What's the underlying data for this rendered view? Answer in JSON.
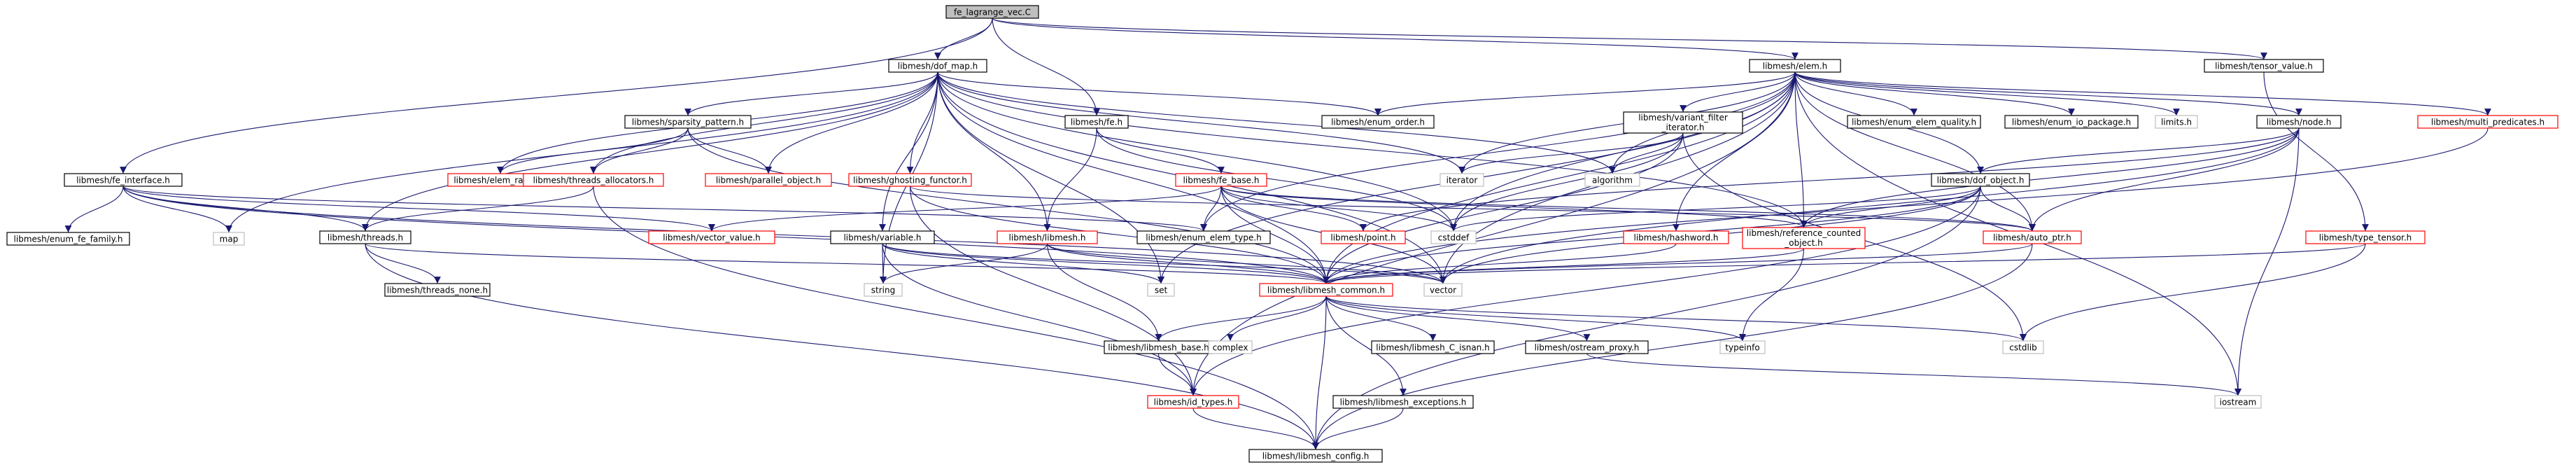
{
  "graph": {
    "colors": {
      "edge": "#191970",
      "node_default_border": "#000000",
      "node_incomplete_border": "#ff0000",
      "node_system_border": "#bfbfbf",
      "root_fill": "#bfbfbf"
    },
    "nodes": [
      {
        "id": "root",
        "label": "fe_lagrange_vec.C",
        "kind": "root"
      },
      {
        "id": "fe_interface",
        "label": "libmesh/fe_interface.h",
        "kind": "normal"
      },
      {
        "id": "dof_map",
        "label": "libmesh/dof_map.h",
        "kind": "normal"
      },
      {
        "id": "fe",
        "label": "libmesh/fe.h",
        "kind": "normal"
      },
      {
        "id": "elem",
        "label": "libmesh/elem.h",
        "kind": "normal"
      },
      {
        "id": "tensor_value",
        "label": "libmesh/tensor_value.h",
        "kind": "normal"
      },
      {
        "id": "enum_fe_family",
        "label": "libmesh/enum_fe_family.h",
        "kind": "normal"
      },
      {
        "id": "map",
        "label": "map",
        "kind": "system"
      },
      {
        "id": "threads",
        "label": "libmesh/threads.h",
        "kind": "normal"
      },
      {
        "id": "vector_value",
        "label": "libmesh/vector_value.h",
        "kind": "incomplete"
      },
      {
        "id": "enum_elem_type",
        "label": "libmesh/enum_elem_type.h",
        "kind": "normal"
      },
      {
        "id": "sparsity_pattern",
        "label": "libmesh/sparsity_pattern.h",
        "kind": "normal"
      },
      {
        "id": "elem_range",
        "label": "libmesh/elem_range.h",
        "kind": "incomplete"
      },
      {
        "id": "threads_allocators",
        "label": "libmesh/threads_allocators.h",
        "kind": "incomplete"
      },
      {
        "id": "parallel_object",
        "label": "libmesh/parallel_object.h",
        "kind": "incomplete"
      },
      {
        "id": "ghosting_functor",
        "label": "libmesh/ghosting_functor.h",
        "kind": "incomplete"
      },
      {
        "id": "variable",
        "label": "libmesh/variable.h",
        "kind": "normal"
      },
      {
        "id": "enum_order",
        "label": "libmesh/enum_order.h",
        "kind": "normal"
      },
      {
        "id": "fe_base",
        "label": "libmesh/fe_base.h",
        "kind": "incomplete"
      },
      {
        "id": "libmesh_h",
        "label": "libmesh/libmesh.h",
        "kind": "incomplete"
      },
      {
        "id": "iterator",
        "label": "iterator",
        "kind": "system"
      },
      {
        "id": "algorithm",
        "label": "algorithm",
        "kind": "system"
      },
      {
        "id": "cstddef",
        "label": "cstddef",
        "kind": "system"
      },
      {
        "id": "point",
        "label": "libmesh/point.h",
        "kind": "incomplete"
      },
      {
        "id": "variant_filter",
        "label": "libmesh/variant_filter_iterator.h",
        "kind": "normal",
        "lines": [
          "libmesh/variant_filter",
          "_iterator.h"
        ]
      },
      {
        "id": "enum_elem_quality",
        "label": "libmesh/enum_elem_quality.h",
        "kind": "normal"
      },
      {
        "id": "enum_io_package",
        "label": "libmesh/enum_io_package.h",
        "kind": "normal"
      },
      {
        "id": "limits",
        "label": "limits.h",
        "kind": "system"
      },
      {
        "id": "node",
        "label": "libmesh/node.h",
        "kind": "normal"
      },
      {
        "id": "multi_predicates",
        "label": "libmesh/multi_predicates.h",
        "kind": "incomplete"
      },
      {
        "id": "dof_object",
        "label": "libmesh/dof_object.h",
        "kind": "normal"
      },
      {
        "id": "hashword",
        "label": "libmesh/hashword.h",
        "kind": "incomplete"
      },
      {
        "id": "reference_counted",
        "label": "libmesh/reference_counted_object.h",
        "kind": "incomplete",
        "lines": [
          "libmesh/reference_counted",
          "_object.h"
        ]
      },
      {
        "id": "auto_ptr",
        "label": "libmesh/auto_ptr.h",
        "kind": "incomplete"
      },
      {
        "id": "type_tensor",
        "label": "libmesh/type_tensor.h",
        "kind": "incomplete"
      },
      {
        "id": "threads_none",
        "label": "libmesh/threads_none.h",
        "kind": "normal"
      },
      {
        "id": "set",
        "label": "set",
        "kind": "system"
      },
      {
        "id": "string",
        "label": "string",
        "kind": "system"
      },
      {
        "id": "libmesh_common",
        "label": "libmesh/libmesh_common.h",
        "kind": "incomplete"
      },
      {
        "id": "vector",
        "label": "vector",
        "kind": "system"
      },
      {
        "id": "libmesh_base",
        "label": "libmesh/libmesh_base.h",
        "kind": "normal"
      },
      {
        "id": "complex",
        "label": "complex",
        "kind": "system"
      },
      {
        "id": "libmesh_c_isnan",
        "label": "libmesh/libmesh_C_isnan.h",
        "kind": "normal"
      },
      {
        "id": "ostream_proxy",
        "label": "libmesh/ostream_proxy.h",
        "kind": "normal"
      },
      {
        "id": "typeinfo",
        "label": "typeinfo",
        "kind": "system"
      },
      {
        "id": "cstdlib",
        "label": "cstdlib",
        "kind": "system"
      },
      {
        "id": "id_types",
        "label": "libmesh/id_types.h",
        "kind": "incomplete"
      },
      {
        "id": "libmesh_exceptions",
        "label": "libmesh/libmesh_exceptions.h",
        "kind": "normal"
      },
      {
        "id": "iostream",
        "label": "iostream",
        "kind": "system"
      },
      {
        "id": "libmesh_config",
        "label": "libmesh/libmesh_config.h",
        "kind": "normal"
      }
    ],
    "edges": [
      [
        "root",
        "fe_interface"
      ],
      [
        "root",
        "dof_map"
      ],
      [
        "root",
        "fe"
      ],
      [
        "root",
        "elem"
      ],
      [
        "root",
        "tensor_value"
      ],
      [
        "fe_interface",
        "enum_fe_family"
      ],
      [
        "fe_interface",
        "map"
      ],
      [
        "fe_interface",
        "threads"
      ],
      [
        "fe_interface",
        "vector_value"
      ],
      [
        "fe_interface",
        "enum_elem_type"
      ],
      [
        "fe_interface",
        "libmesh_common"
      ],
      [
        "fe_interface",
        "vector"
      ],
      [
        "dof_map",
        "sparsity_pattern"
      ],
      [
        "dof_map",
        "elem_range"
      ],
      [
        "dof_map",
        "threads_allocators"
      ],
      [
        "dof_map",
        "parallel_object"
      ],
      [
        "dof_map",
        "ghosting_functor"
      ],
      [
        "dof_map",
        "variable"
      ],
      [
        "dof_map",
        "enum_order"
      ],
      [
        "dof_map",
        "libmesh_h"
      ],
      [
        "dof_map",
        "iterator"
      ],
      [
        "dof_map",
        "algorithm"
      ],
      [
        "dof_map",
        "cstddef"
      ],
      [
        "dof_map",
        "map"
      ],
      [
        "dof_map",
        "threads"
      ],
      [
        "dof_map",
        "libmesh_common"
      ],
      [
        "dof_map",
        "vector"
      ],
      [
        "dof_map",
        "set"
      ],
      [
        "dof_map",
        "string"
      ],
      [
        "dof_map",
        "reference_counted"
      ],
      [
        "fe",
        "fe_base"
      ],
      [
        "fe",
        "libmesh_h"
      ],
      [
        "fe",
        "cstddef"
      ],
      [
        "elem",
        "variant_filter"
      ],
      [
        "elem",
        "enum_elem_quality"
      ],
      [
        "elem",
        "enum_io_package"
      ],
      [
        "elem",
        "limits"
      ],
      [
        "elem",
        "node"
      ],
      [
        "elem",
        "multi_predicates"
      ],
      [
        "elem",
        "enum_order"
      ],
      [
        "elem",
        "iterator"
      ],
      [
        "elem",
        "algorithm"
      ],
      [
        "elem",
        "cstddef"
      ],
      [
        "elem",
        "dof_object"
      ],
      [
        "elem",
        "hashword"
      ],
      [
        "elem",
        "reference_counted"
      ],
      [
        "elem",
        "auto_ptr"
      ],
      [
        "elem",
        "enum_elem_type"
      ],
      [
        "elem",
        "libmesh_common"
      ],
      [
        "elem",
        "vector"
      ],
      [
        "elem",
        "set"
      ],
      [
        "elem",
        "id_types"
      ],
      [
        "elem",
        "iostream"
      ],
      [
        "tensor_value",
        "type_tensor"
      ],
      [
        "threads",
        "threads_none"
      ],
      [
        "threads",
        "libmesh_common"
      ],
      [
        "threads",
        "libmesh_config"
      ],
      [
        "sparsity_pattern",
        "elem_range"
      ],
      [
        "sparsity_pattern",
        "threads_allocators"
      ],
      [
        "sparsity_pattern",
        "parallel_object"
      ],
      [
        "sparsity_pattern",
        "libmesh_common"
      ],
      [
        "threads_allocators",
        "threads"
      ],
      [
        "threads_allocators",
        "libmesh_config"
      ],
      [
        "ghosting_functor",
        "id_types"
      ],
      [
        "ghosting_functor",
        "libmesh_common"
      ],
      [
        "ghosting_functor",
        "auto_ptr"
      ],
      [
        "variable",
        "set"
      ],
      [
        "variable",
        "string"
      ],
      [
        "variable",
        "libmesh_common"
      ],
      [
        "variable",
        "vector"
      ],
      [
        "variable",
        "id_types"
      ],
      [
        "fe_base",
        "vector_value"
      ],
      [
        "fe_base",
        "enum_elem_type"
      ],
      [
        "fe_base",
        "point"
      ],
      [
        "fe_base",
        "cstddef"
      ],
      [
        "fe_base",
        "libmesh_common"
      ],
      [
        "fe_base",
        "reference_counted"
      ],
      [
        "fe_base",
        "auto_ptr"
      ],
      [
        "fe_base",
        "vector"
      ],
      [
        "libmesh_h",
        "libmesh_base"
      ],
      [
        "libmesh_h",
        "libmesh_common"
      ],
      [
        "libmesh_h",
        "string"
      ],
      [
        "libmesh_h",
        "vector"
      ],
      [
        "variant_filter",
        "iterator"
      ],
      [
        "variant_filter",
        "algorithm"
      ],
      [
        "variant_filter",
        "cstddef"
      ],
      [
        "variant_filter",
        "cstdlib"
      ],
      [
        "variant_filter",
        "libmesh_common"
      ],
      [
        "node",
        "dof_object"
      ],
      [
        "node",
        "point"
      ],
      [
        "node",
        "auto_ptr"
      ],
      [
        "node",
        "reference_counted"
      ],
      [
        "node",
        "iostream"
      ],
      [
        "node",
        "vector"
      ],
      [
        "multi_predicates",
        "libmesh_common"
      ],
      [
        "dof_object",
        "libmesh_common"
      ],
      [
        "dof_object",
        "reference_counted"
      ],
      [
        "dof_object",
        "id_types"
      ],
      [
        "dof_object",
        "cstddef"
      ],
      [
        "dof_object",
        "vector"
      ],
      [
        "dof_object",
        "auto_ptr"
      ],
      [
        "dof_object",
        "libmesh_config"
      ],
      [
        "hashword",
        "libmesh_common"
      ],
      [
        "reference_counted",
        "libmesh_common"
      ],
      [
        "reference_counted",
        "typeinfo"
      ],
      [
        "auto_ptr",
        "libmesh_config"
      ],
      [
        "auto_ptr",
        "libmesh_common"
      ],
      [
        "type_tensor",
        "libmesh_common"
      ],
      [
        "type_tensor",
        "cstdlib"
      ],
      [
        "libmesh_common",
        "libmesh_base"
      ],
      [
        "libmesh_common",
        "complex"
      ],
      [
        "libmesh_common",
        "libmesh_c_isnan"
      ],
      [
        "libmesh_common",
        "ostream_proxy"
      ],
      [
        "libmesh_common",
        "typeinfo"
      ],
      [
        "libmesh_common",
        "cstdlib"
      ],
      [
        "libmesh_common",
        "libmesh_exceptions"
      ],
      [
        "libmesh_common",
        "libmesh_config"
      ],
      [
        "libmesh_base",
        "id_types"
      ],
      [
        "ostream_proxy",
        "iostream"
      ],
      [
        "id_types",
        "libmesh_config"
      ],
      [
        "libmesh_exceptions",
        "libmesh_config"
      ]
    ]
  }
}
